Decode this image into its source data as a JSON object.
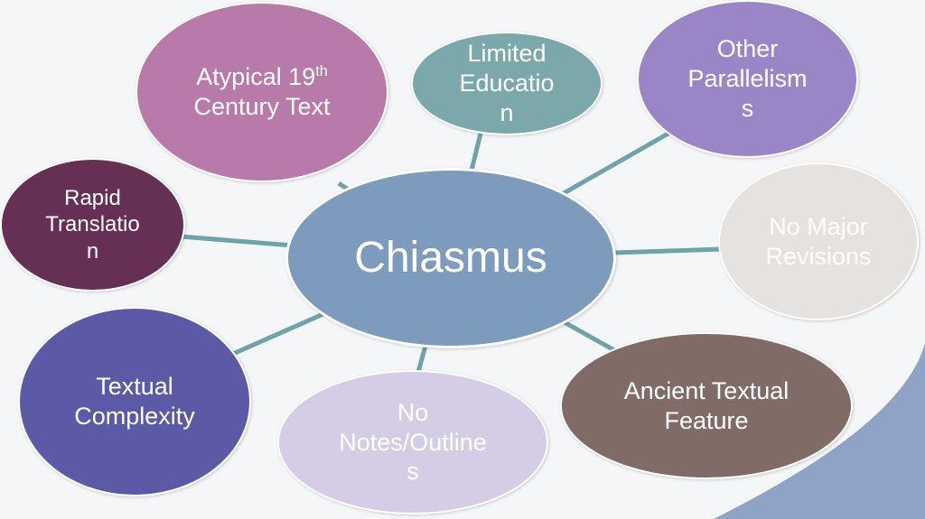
{
  "diagram": {
    "center": {
      "label": "Chiasmus"
    },
    "nodes": {
      "atypical": {
        "label_main": "Atypical 19",
        "label_sup": "th",
        "label_line2": "Century Text"
      },
      "limited": {
        "lines": [
          "Limited",
          "Educatio",
          "n"
        ]
      },
      "other": {
        "lines": [
          "Other",
          "Parallelism",
          "s"
        ]
      },
      "rapid": {
        "lines": [
          "Rapid",
          "Translatio",
          "n"
        ]
      },
      "nomajor": {
        "lines": [
          "No Major",
          "Revisions"
        ]
      },
      "textual": {
        "lines": [
          "Textual",
          "Complexity"
        ]
      },
      "nonotes": {
        "lines": [
          "No",
          "Notes/Outline",
          "s"
        ]
      },
      "ancient": {
        "lines": [
          "Ancient Textual",
          "Feature"
        ]
      }
    },
    "colors": {
      "connector": "#6fa3aa",
      "center": "#7d9bbc",
      "corner_accent": "#8fa3c6"
    }
  }
}
